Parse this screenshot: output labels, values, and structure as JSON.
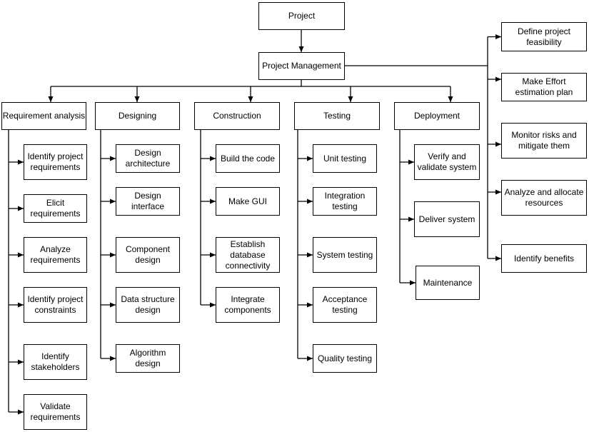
{
  "diagram": {
    "project": {
      "label": "Project"
    },
    "project_management": {
      "label": "Project Management"
    },
    "management_tasks": [
      {
        "label": "Define project\nfeasibility"
      },
      {
        "label": "Make Effort\nestimation plan"
      },
      {
        "label": "Monitor risks and\nmitigate them"
      },
      {
        "label": "Analyze and allocate\nresources"
      },
      {
        "label": "Identify benefits"
      }
    ],
    "phases": [
      {
        "label": "Requirement analysis",
        "tasks": [
          {
            "label": "Identify project\nrequirements"
          },
          {
            "label": "Elicit\nrequirements"
          },
          {
            "label": "Analyze\nrequirements"
          },
          {
            "label": "Identify project\nconstraints"
          },
          {
            "label": "Identify\nstakeholders"
          },
          {
            "label": "Validate\nrequirements"
          }
        ]
      },
      {
        "label": "Designing",
        "tasks": [
          {
            "label": "Design\narchitecture"
          },
          {
            "label": "Design\ninterface"
          },
          {
            "label": "Component\ndesign"
          },
          {
            "label": "Data structure\ndesign"
          },
          {
            "label": "Algorithm\ndesign"
          }
        ]
      },
      {
        "label": "Construction",
        "tasks": [
          {
            "label": "Build the code"
          },
          {
            "label": "Make GUI"
          },
          {
            "label": "Establish\ndatabase\nconnectivity"
          },
          {
            "label": "Integrate\ncomponents"
          }
        ]
      },
      {
        "label": "Testing",
        "tasks": [
          {
            "label": "Unit testing"
          },
          {
            "label": "Integration\ntesting"
          },
          {
            "label": "System testing"
          },
          {
            "label": "Acceptance\ntesting"
          },
          {
            "label": "Quality testing"
          }
        ]
      },
      {
        "label": "Deployment",
        "tasks": [
          {
            "label": "Verify and\nvalidate system"
          },
          {
            "label": "Deliver system"
          },
          {
            "label": "Maintenance"
          }
        ]
      }
    ]
  },
  "colors": {
    "background": "#ffffff",
    "node_fill": "#ffffff",
    "node_border": "#000000",
    "connector": "#000000",
    "text": "#000000"
  }
}
